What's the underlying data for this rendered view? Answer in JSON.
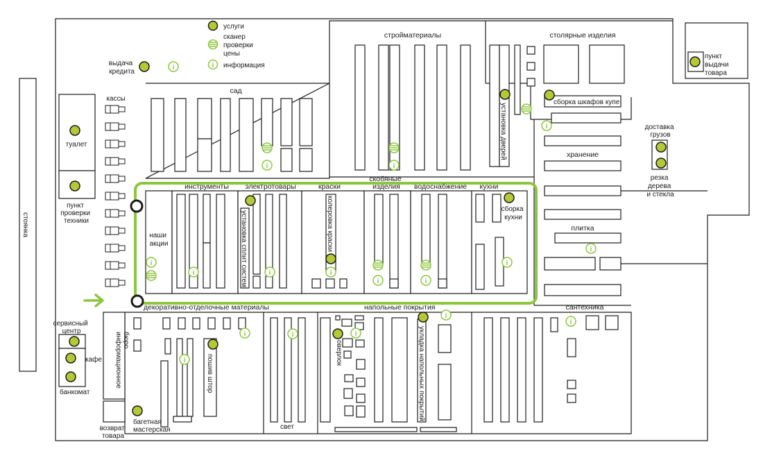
{
  "legend": {
    "services": "услуги",
    "scanner_1": "сканер",
    "scanner_2": "проверки",
    "scanner_3": "цены",
    "info": "информация"
  },
  "colors": {
    "service_fill": "#b5c934",
    "accent_green": "#8cc63f",
    "line": "#1a1a1a"
  },
  "icons": {
    "service": "green-dot-icon",
    "scanner": "striped-circle-icon",
    "info": "info-icon",
    "entrance": "arrow-right-icon"
  },
  "labels": {
    "parking": "стоянка",
    "credit_1": "выдача",
    "credit_2": "кредита",
    "cashiers": "кассы",
    "toilet": "туалет",
    "tech_1": "пункт",
    "tech_2": "проверки",
    "tech_3": "техники",
    "garden": "сад",
    "building": "стройматериалы",
    "carpentry": "столярные изделия",
    "door_install": "установка дверей",
    "wardrobe": "сборка шкафов купе",
    "pickup_1": "пункт",
    "pickup_2": "выдачи",
    "pickup_3": "товара",
    "delivery_1": "доставка",
    "delivery_2": "грузов",
    "cutting_1": "резка",
    "cutting_2": "дерева",
    "cutting_3": "и стекла",
    "storage": "хранение",
    "tile": "плитка",
    "plumbing": "сантехника",
    "promo_1": "наши",
    "promo_2": "акции",
    "tools": "инструменты",
    "electrical": "электротовары",
    "split_install": "установка сплит систем",
    "paints": "краски",
    "tinting": "колеровка краски",
    "hardware_1": "скобяные",
    "hardware_2": "изделия",
    "water": "водоснабжение",
    "kitchens": "кухни",
    "kitchen_asm_1": "сборка",
    "kitchen_asm_2": "кухни",
    "decor": "декоративно-отделочные материалы",
    "flooring": "напольные покрытия",
    "service_1": "сервисный",
    "service_2": "центр",
    "cafe": "кафе",
    "atm": "банкомат",
    "info_bureau_1": "информационное",
    "info_bureau_2": "бюро",
    "return_1": "возврат",
    "return_2": "товара",
    "framing_1": "багетная",
    "framing_2": "мастерская",
    "curtains": "пошив штор",
    "lighting": "свет",
    "overlock": "оверлок",
    "floor_lay": "укладка напольных покрытий"
  }
}
